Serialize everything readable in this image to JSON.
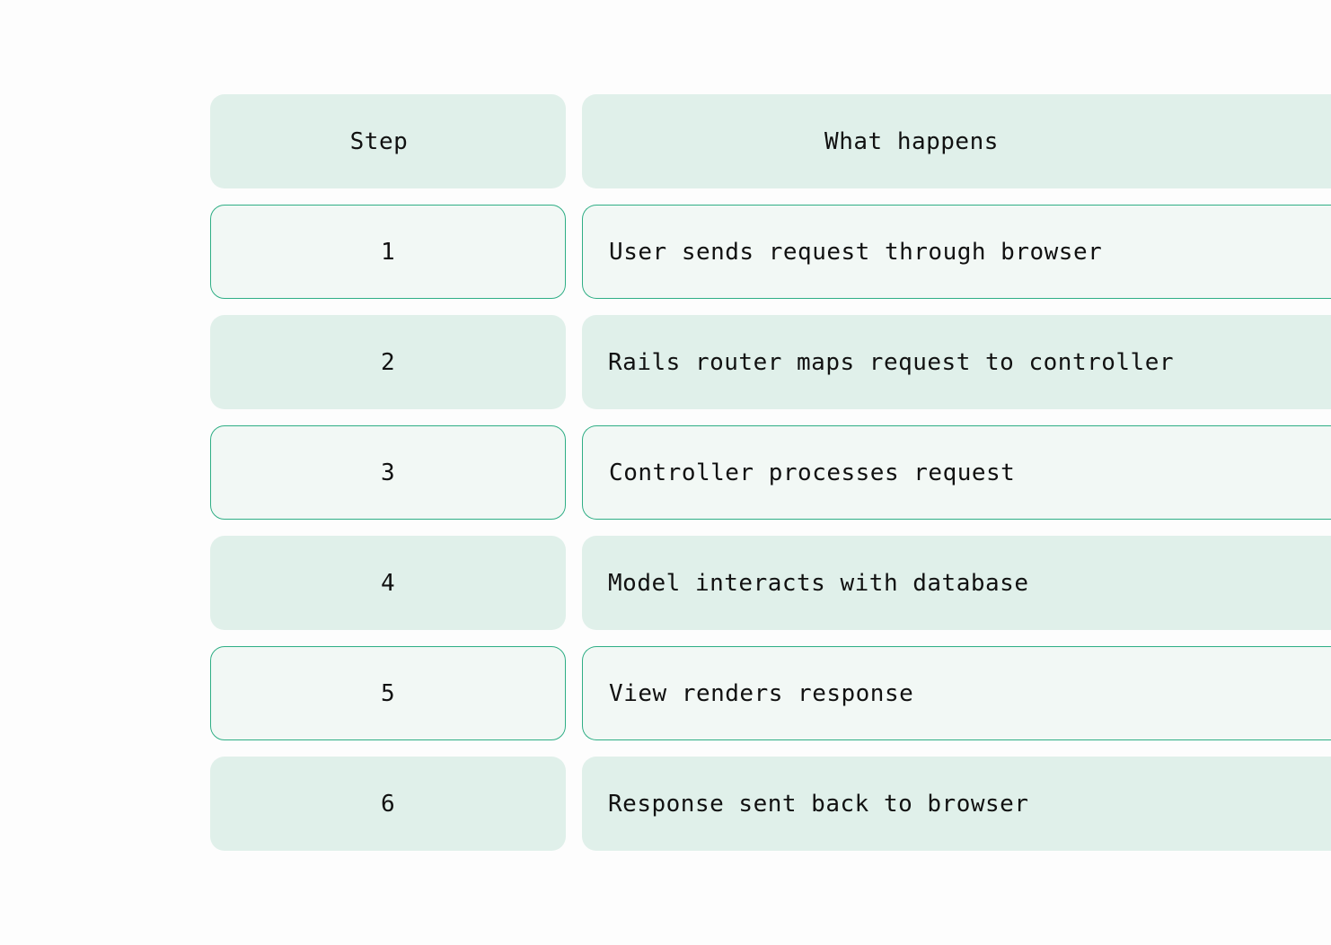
{
  "table": {
    "headers": {
      "step": "Step",
      "what_happens": "What happens"
    },
    "rows": [
      {
        "step": "1",
        "description": "User sends request through browser"
      },
      {
        "step": "2",
        "description": "Rails router maps request to controller"
      },
      {
        "step": "3",
        "description": "Controller processes request"
      },
      {
        "step": "4",
        "description": "Model interacts with database"
      },
      {
        "step": "5",
        "description": "View renders response"
      },
      {
        "step": "6",
        "description": "Response sent back to browser"
      }
    ]
  },
  "colors": {
    "filled_cell": "#e0f0ea",
    "outlined_cell_background": "#f2f8f5",
    "outlined_cell_border": "#2fae85"
  }
}
